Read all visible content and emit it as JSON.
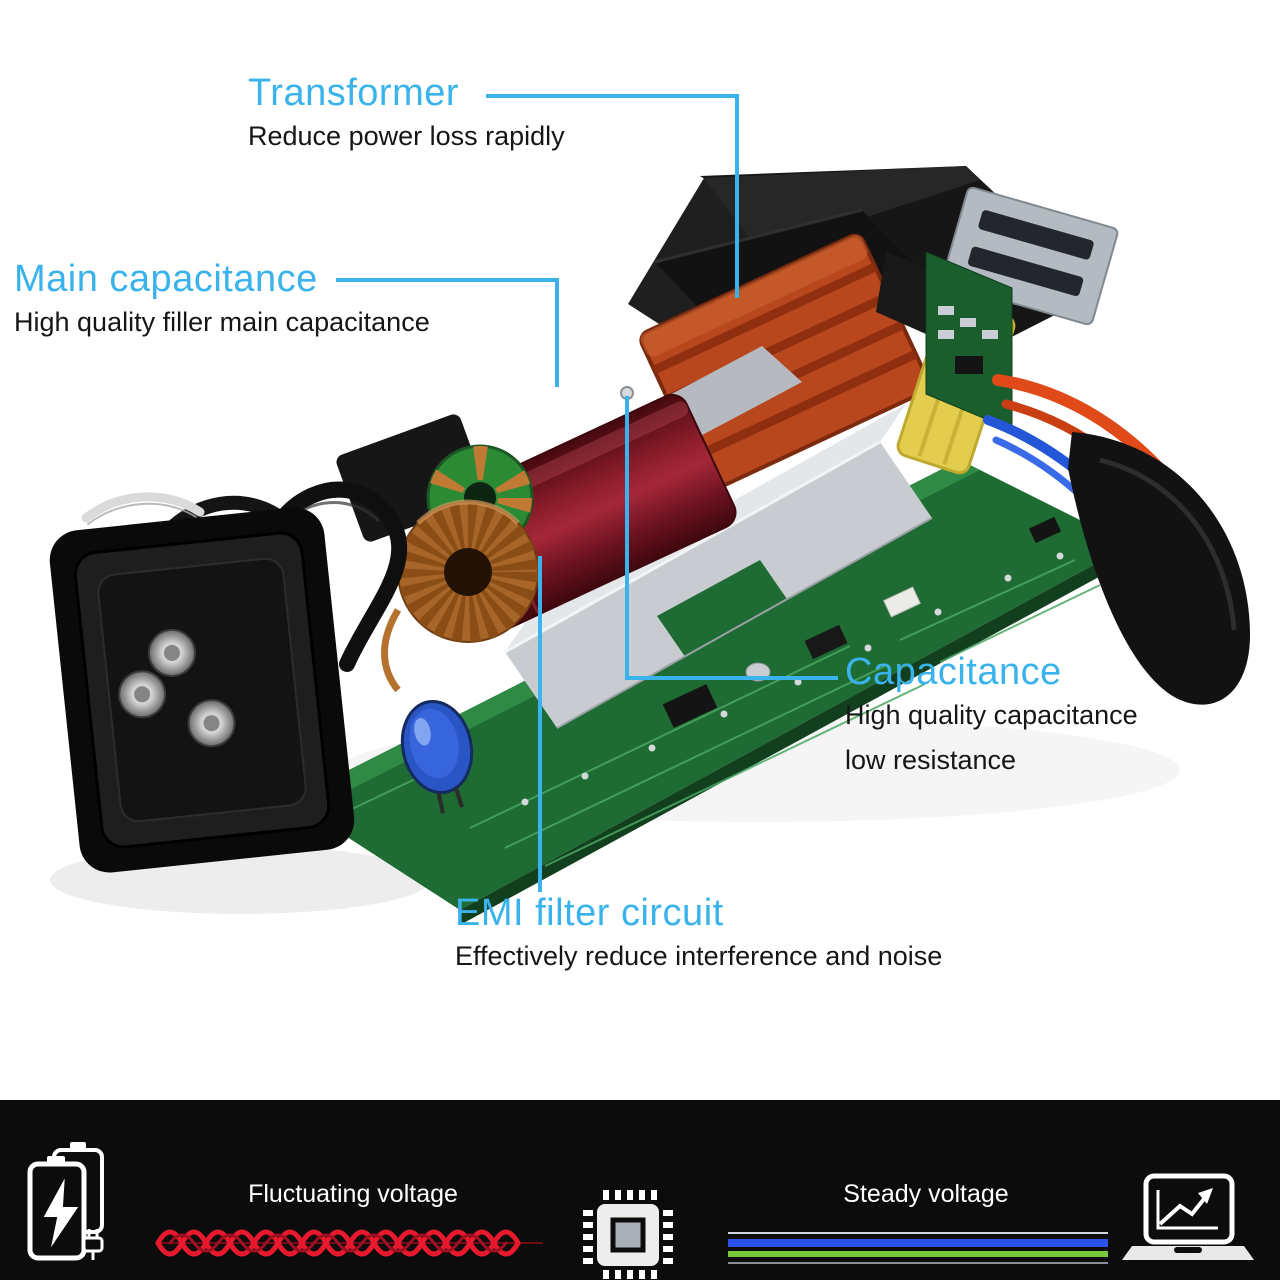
{
  "annotations": {
    "transformer": {
      "title": "Transformer",
      "subtitle": "Reduce power loss rapidly"
    },
    "main_capacitance": {
      "title": "Main capacitance",
      "subtitle": "High quality filler main capacitance"
    },
    "capacitance": {
      "title": "Capacitance",
      "subtitle_line1": "High quality capacitance",
      "subtitle_line2": "low resistance"
    },
    "emi_filter": {
      "title": "EMI filter circuit",
      "subtitle": "Effectively reduce interference and noise"
    }
  },
  "bottom_bar": {
    "items": [
      {
        "icon": "charging-battery-icon"
      },
      {
        "label": "Fluctuating voltage",
        "graphic": "fluctuating-wave-graphic"
      },
      {
        "icon": "cpu-chip-icon"
      },
      {
        "label": "Steady voltage",
        "graphic": "steady-line-graphic"
      },
      {
        "icon": "laptop-chart-icon"
      }
    ]
  },
  "colors": {
    "accent": "#3ab3ec",
    "body_text": "#161616",
    "bar_background": "#0c0c0c",
    "bar_text": "#ffffff",
    "fluctuating_wave": "#e8192c",
    "steady_blue": "#2a52e8",
    "steady_green": "#76c83d"
  }
}
